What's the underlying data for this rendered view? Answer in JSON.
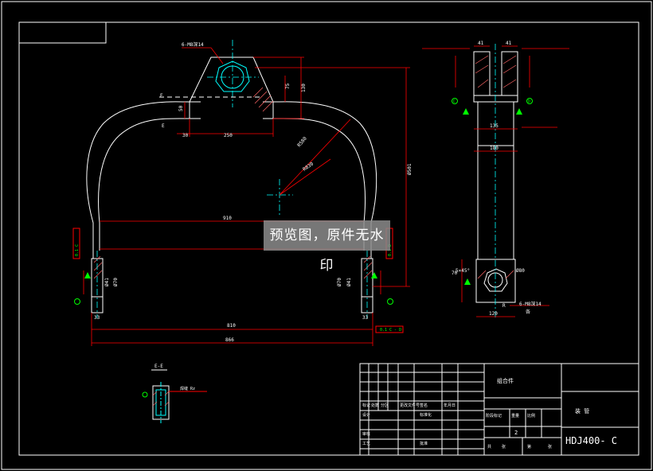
{
  "drawing": {
    "front_view": {
      "section_labels": [
        "E",
        "E"
      ],
      "dims": {
        "d50": "50",
        "d30": "30",
        "d250": "250",
        "d75": "75",
        "d130": "130",
        "r580": "R580",
        "r830": "R830",
        "d501": "Ø501",
        "d910": "910",
        "d810": "810",
        "d866": "866",
        "d33a": "33",
        "d33b": "33",
        "phi41a": "Ø41",
        "phi70a": "Ø70",
        "phi41b": "Ø41",
        "phi70b": "Ø70"
      },
      "tolerance_left": "0.1 C",
      "tolerance_right": "0.1 D",
      "tolerance_bottom": "0.1 C - D",
      "weld_note": "6-M8深14"
    },
    "side_view": {
      "dims": {
        "d41a": "41",
        "d41b": "41",
        "d135": "135",
        "d180": "180",
        "d120": "120",
        "d70": "70",
        "chamfer": "5×45°",
        "phi80": "Ø80"
      },
      "datum_c": "C",
      "datum_d": "D",
      "datum_r": "R",
      "weld_note": "6-M8深14",
      "weld_note2": "各"
    },
    "section_view": {
      "title": "E-E",
      "note": "焊缝 Rz"
    },
    "title_block": {
      "part_name": "组合件",
      "drawing_no": "HDJ400- C",
      "material": "装 管",
      "quantity": "2",
      "labels": {
        "stage": "阶段标记",
        "weight": "重量",
        "scale": "比例",
        "designer": "设计",
        "check": "审核",
        "process": "工艺",
        "standard": "标准化",
        "approve": "批准",
        "mark": "标记",
        "count": "处数",
        "zone": "分区",
        "change": "更改文件号",
        "sign": "签名",
        "date": "年月日",
        "sheet": "共",
        "sheet2": "张",
        "of": "第",
        "page": "张"
      }
    }
  },
  "watermark": "预览图，原件无水印"
}
